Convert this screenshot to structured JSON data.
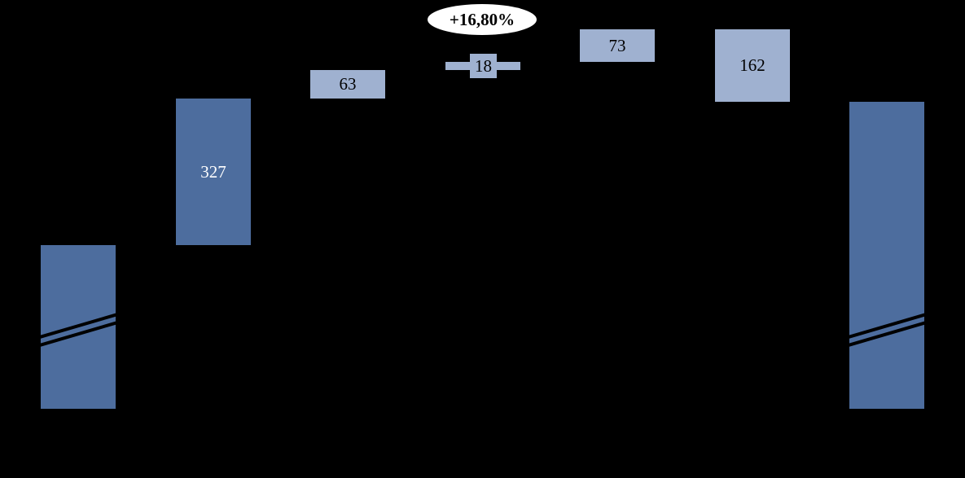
{
  "chart": {
    "background": "#000000",
    "colors": {
      "dark_bar": "#4D6D9E",
      "light_bar": "#9FB1D0",
      "label_on_dark": "#FFFFFF",
      "label_on_light": "#000000",
      "annotation_bg": "#FFFFFF",
      "annotation_text": "#000000",
      "axis_break_line": "#000000"
    }
  },
  "chart_data": {
    "type": "waterfall",
    "title": "",
    "annotation": "+16,80%",
    "gridlines": false,
    "legend": false,
    "axis_break": true,
    "steps": [
      {
        "kind": "total",
        "shade": "dark",
        "label": "",
        "value": null,
        "truncated": true
      },
      {
        "kind": "step",
        "direction": "up",
        "shade": "dark",
        "label": "327",
        "value": 327,
        "truncated": false
      },
      {
        "kind": "step",
        "direction": "up",
        "shade": "light",
        "label": "63",
        "value": 63,
        "truncated": false
      },
      {
        "kind": "step",
        "direction": "up",
        "shade": "light",
        "label": "18",
        "value": 18,
        "truncated": false
      },
      {
        "kind": "step",
        "direction": "up",
        "shade": "light",
        "label": "73",
        "value": 73,
        "truncated": false
      },
      {
        "kind": "step",
        "direction": "down",
        "shade": "light",
        "label": "162",
        "value": 162,
        "truncated": false
      },
      {
        "kind": "total",
        "shade": "dark",
        "label": "",
        "value": null,
        "truncated": true
      }
    ]
  }
}
